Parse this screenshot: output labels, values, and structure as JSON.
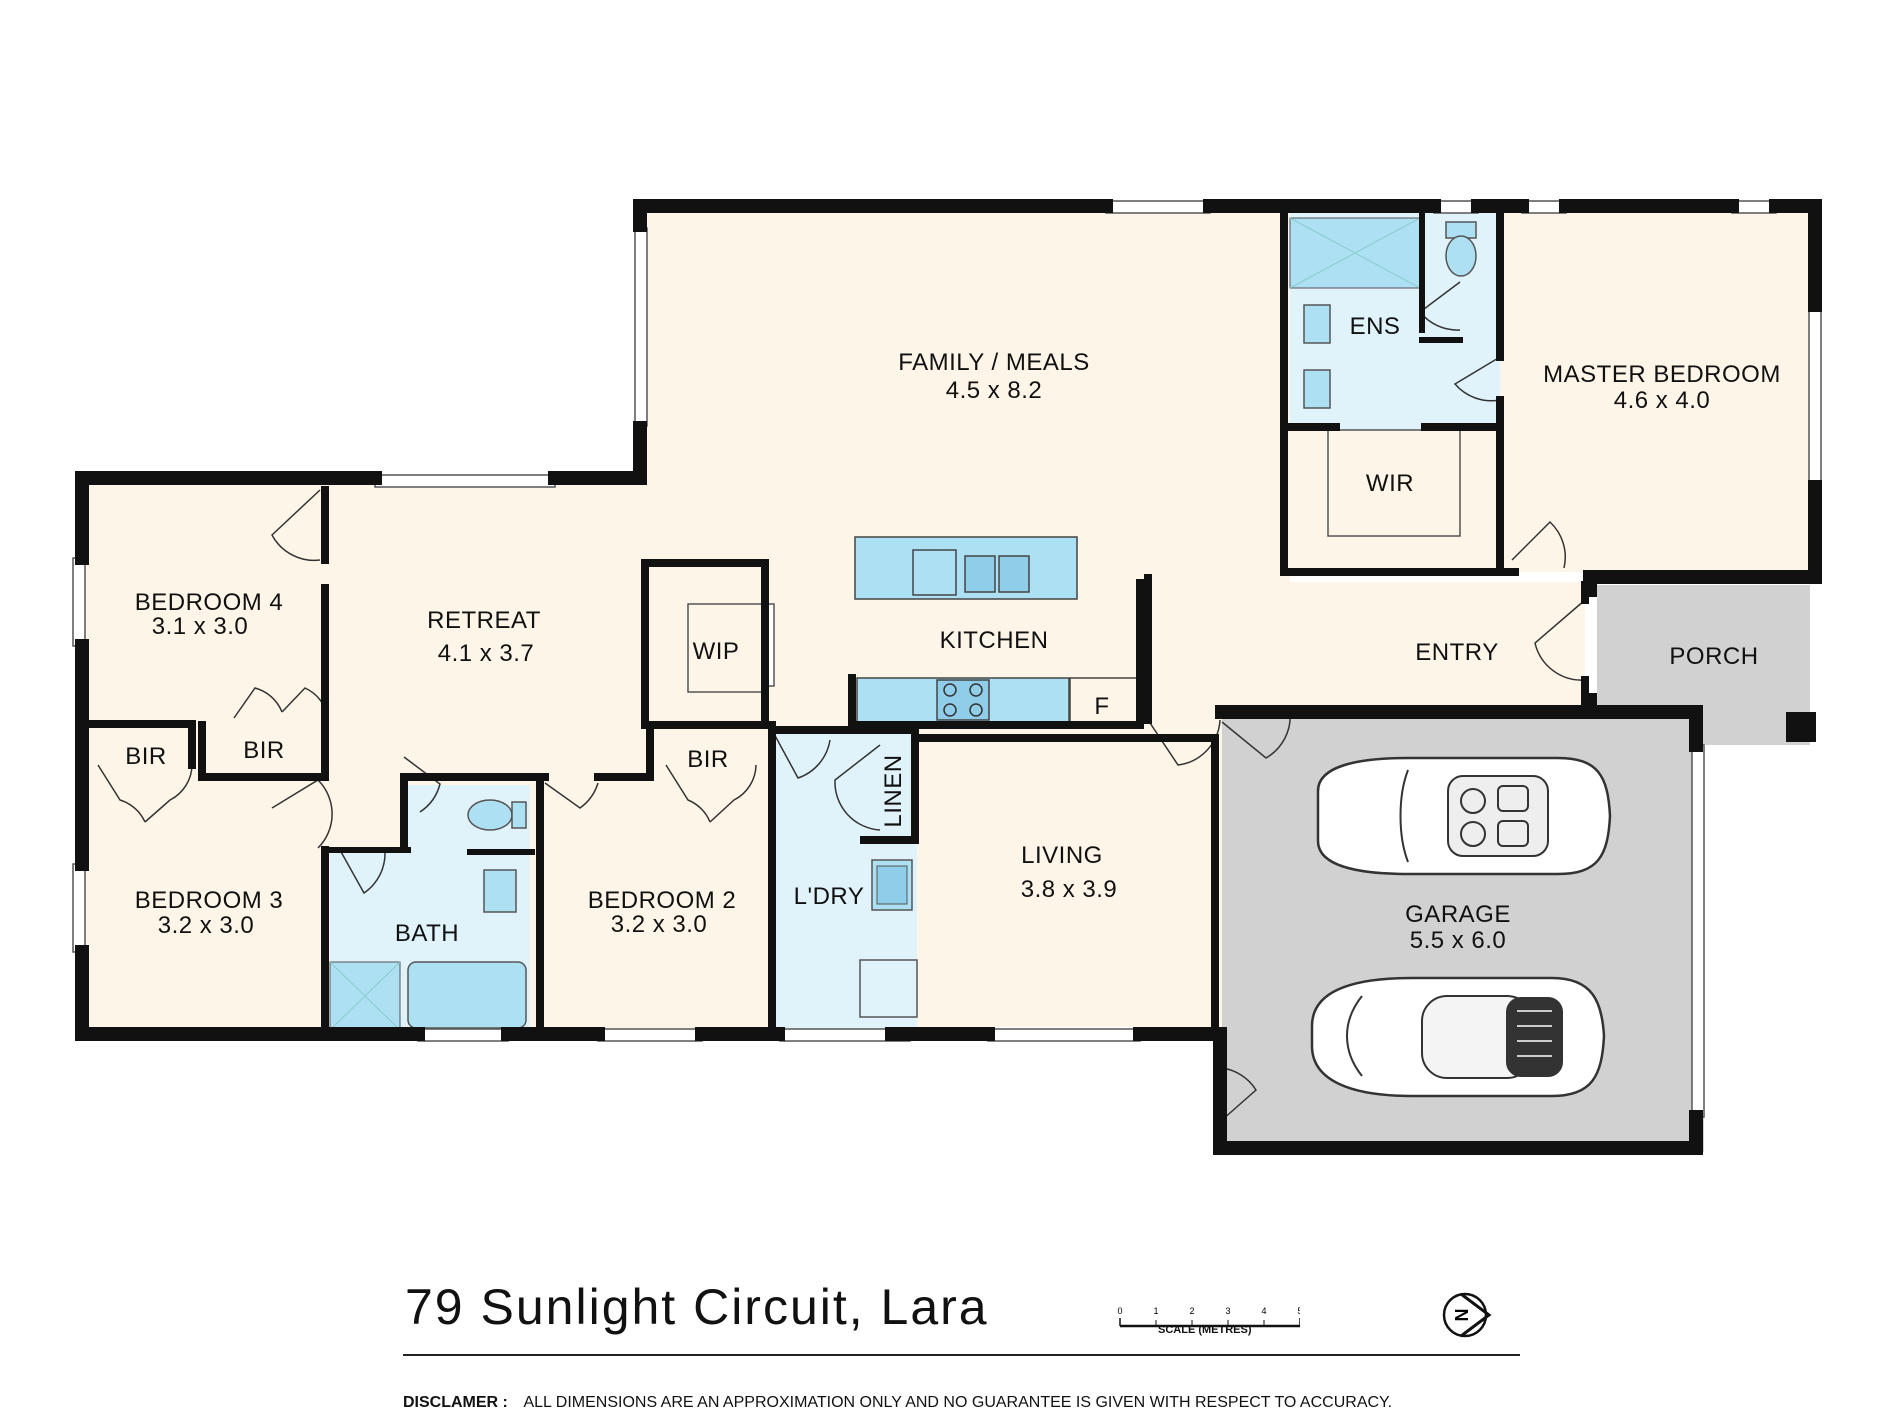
{
  "rooms": {
    "family_meals": {
      "name": "FAMILY / MEALS",
      "size": "4.5 x 8.2"
    },
    "ensuite": {
      "name": "ENS"
    },
    "master_bedroom": {
      "name": "MASTER BEDROOM",
      "size": "4.6 x 4.0"
    },
    "wir": {
      "name": "WIR"
    },
    "bedroom4": {
      "name": "BEDROOM 4",
      "size": "3.1 x 3.0"
    },
    "retreat": {
      "name": "RETREAT",
      "size": "4.1 x 3.7"
    },
    "wip": {
      "name": "WIP"
    },
    "kitchen": {
      "name": "KITCHEN"
    },
    "fridge": {
      "name": "F"
    },
    "entry": {
      "name": "ENTRY"
    },
    "porch": {
      "name": "PORCH"
    },
    "bir_bed3": {
      "name": "BIR"
    },
    "bir_bed4": {
      "name": "BIR"
    },
    "bir_bed2": {
      "name": "BIR"
    },
    "linen": {
      "name": "LINEN"
    },
    "bedroom3": {
      "name": "BEDROOM 3",
      "size": "3.2 x 3.0"
    },
    "bath": {
      "name": "BATH"
    },
    "bedroom2": {
      "name": "BEDROOM 2",
      "size": "3.2 x 3.0"
    },
    "laundry": {
      "name": "L'DRY"
    },
    "living": {
      "name": "LIVING",
      "size": "3.8 x 3.9"
    },
    "garage": {
      "name": "GARAGE",
      "size": "5.5 x 6.0"
    }
  },
  "address": "79 Sunlight Circuit, Lara",
  "scale": {
    "label": "SCALE (METRES)",
    "ticks": [
      "0",
      "1",
      "2",
      "3",
      "4",
      "5"
    ]
  },
  "disclaimer": {
    "label": "DISCLAMER :",
    "text": "ALL DIMENSIONS ARE AN APPROXIMATION ONLY AND NO GUARANTEE IS GIVEN WITH RESPECT TO ACCURACY."
  },
  "north_symbol": "N",
  "colors": {
    "wall": "#111111",
    "living_area": "#fdf5e8",
    "wet_area": "#e0f3fb",
    "garage_porch": "#d1d1d1",
    "fixture": "#aee0f4"
  }
}
